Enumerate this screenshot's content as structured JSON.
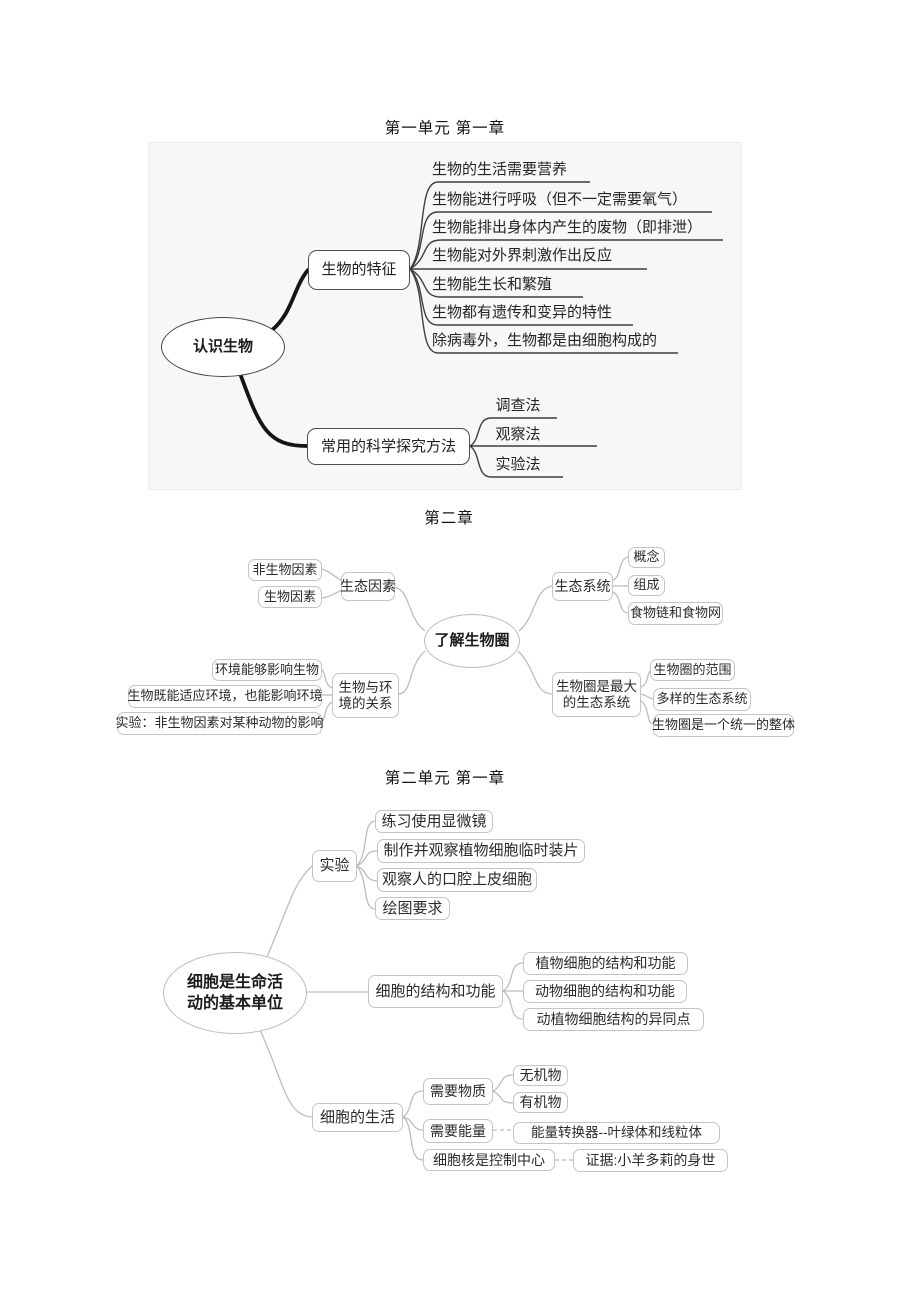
{
  "colors": {
    "page_bg": "#ffffff",
    "map1_panel_bg": "#f7f7f7",
    "map1_line": "#3f3f3f",
    "map1_thick_line": "#151515",
    "light_line": "#bdbdbd",
    "dark_box_border": "#4f4f4f",
    "light_box_border": "#c4c4c4",
    "text": "#262626"
  },
  "map1": {
    "title": "第一单元 第一章",
    "root": "认识生物",
    "branch1": "生物的特征",
    "features": [
      "生物的生活需要营养",
      "生物能进行呼吸（但不一定需要氧气）",
      "生物能排出身体内产生的废物（即排泄）",
      "生物能对外界刺激作出反应",
      "生物能生长和繁殖",
      "生物都有遗传和变异的特性",
      "除病毒外，生物都是由细胞构成的"
    ],
    "branch2": "常用的科学探究方法",
    "methods": [
      "调查法",
      "观察法",
      "实验法"
    ]
  },
  "map2": {
    "title": "第二章",
    "root": "了解生物圈",
    "eco_factor": "生态因素",
    "eco_factor_children": [
      "非生物因素",
      "生物因素"
    ],
    "ecosystem": "生态系统",
    "ecosystem_children": [
      "概念",
      "组成",
      "食物链和食物网"
    ],
    "bio_env_lines": [
      "生物与环",
      "境的关系"
    ],
    "bio_env_children": [
      "环境能够影响生物",
      "生物既能适应环境，也能影响环境",
      "实验：非生物因素对某种动物的影响"
    ],
    "biosphere_lines": [
      "生物圈是最大",
      "的生态系统"
    ],
    "biosphere_children": [
      "生物圈的范围",
      "多样的生态系统",
      "生物圈是一个统一的整体"
    ]
  },
  "map3": {
    "title": "第二单元 第一章",
    "root_lines": [
      "细胞是生命活",
      "动的基本单位"
    ],
    "experiment": "实验",
    "experiment_children": [
      "练习使用显微镜",
      "制作并观察植物细胞临时装片",
      "观察人的口腔上皮细胞",
      "绘图要求"
    ],
    "structure": "细胞的结构和功能",
    "structure_children": [
      "植物细胞的结构和功能",
      "动物细胞的结构和功能",
      "动植物细胞结构的异同点"
    ],
    "life": "细胞的生活",
    "life_children": [
      "需要物质",
      "需要能量",
      "细胞核是控制中心"
    ],
    "matter_children": [
      "无机物",
      "有机物"
    ],
    "energy_child": "能量转换器--叶绿体和线粒体",
    "nucleus_child": "证据:小羊多莉的身世"
  }
}
